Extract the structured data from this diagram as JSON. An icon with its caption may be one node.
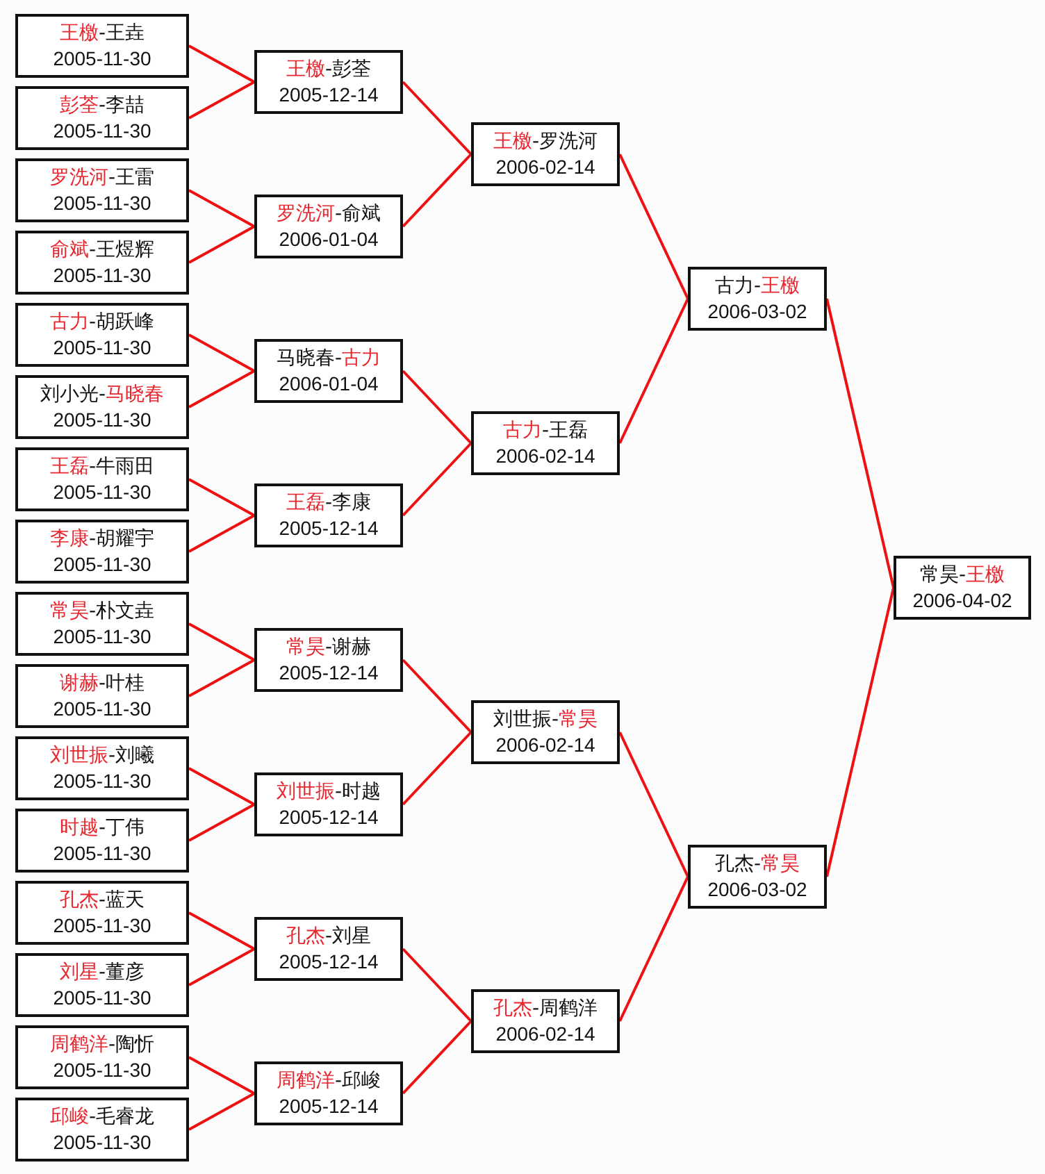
{
  "diagram": {
    "nodes": [
      {
        "text": [
          "**王檄**-王垚",
          "2005-11-30"
        ]
      },
      {
        "text": [
          "**彭荃**-李喆",
          "2005-11-30"
        ]
      },
      {
        "text": [
          "**罗洗河**-王雷",
          "2005-11-30"
        ]
      },
      {
        "text": [
          "**俞斌**-王煜辉",
          "2005-11-30"
        ]
      },
      {
        "text": [
          "**古力**-胡跃峰",
          "2005-11-30"
        ]
      },
      {
        "text": [
          "刘小光-**马晓春**",
          "2005-11-30"
        ]
      },
      {
        "text": [
          "**王磊**-牛雨田",
          "2005-11-30"
        ]
      },
      {
        "text": [
          "**李康**-胡耀宇",
          "2005-11-30"
        ]
      },
      {
        "text": [
          "**常昊**-朴文垚",
          "2005-11-30"
        ]
      },
      {
        "text": [
          "**谢赫**-叶桂",
          "2005-11-30"
        ]
      },
      {
        "text": [
          "**刘世振**-刘曦",
          "2005-11-30"
        ]
      },
      {
        "text": [
          "**时越**-丁伟",
          "2005-11-30"
        ]
      },
      {
        "text": [
          "**孔杰**-蓝天",
          "2005-11-30"
        ]
      },
      {
        "text": [
          "**刘星**-董彦",
          "2005-11-30"
        ]
      },
      {
        "text": [
          "**周鹤洋**-陶忻",
          "2005-11-30"
        ]
      },
      {
        "text": [
          "**邱峻**-毛睿龙",
          "2005-11-30"
        ]
      },
      {
        "text": [
          "**王檄**-彭荃",
          "2005-12-14"
        ]
      },
      {
        "text": [
          "**罗洗河**-俞斌",
          "2006-01-04"
        ]
      },
      {
        "text": [
          "马晓春-**古力**",
          "2006-01-04"
        ]
      },
      {
        "text": [
          "**王磊**-李康",
          "2005-12-14"
        ]
      },
      {
        "text": [
          "**常昊**-谢赫",
          "2005-12-14"
        ]
      },
      {
        "text": [
          "**刘世振**-时越",
          "2005-12-14"
        ]
      },
      {
        "text": [
          "**孔杰**-刘星",
          "2005-12-14"
        ]
      },
      {
        "text": [
          "**周鹤洋**-邱峻",
          "2005-12-14"
        ]
      },
      {
        "text": [
          "**王檄**-罗洗河",
          "2006-02-14"
        ]
      },
      {
        "text": [
          "**古力**-王磊",
          "2006-02-14"
        ]
      },
      {
        "text": [
          "刘世振-**常昊**",
          "2006-02-14"
        ]
      },
      {
        "text": [
          "**孔杰**-周鹤洋",
          "2006-02-14"
        ]
      },
      {
        "text": [
          "古力-**王檄**",
          "2006-03-02"
        ]
      },
      {
        "text": [
          "孔杰-**常昊**",
          "2006-03-02"
        ]
      },
      {
        "text": [
          "常昊-**王檄**",
          "2006-04-02"
        ]
      }
    ],
    "edges": [
      {
        "from": 0,
        "to": 16,
        "arrow": "none"
      },
      {
        "from": 1,
        "to": 16,
        "arrow": "none"
      },
      {
        "from": 2,
        "to": 17,
        "arrow": "none"
      },
      {
        "from": 3,
        "to": 17,
        "arrow": "none"
      },
      {
        "from": 4,
        "to": 18,
        "arrow": "none"
      },
      {
        "from": 5,
        "to": 18,
        "arrow": "none"
      },
      {
        "from": 6,
        "to": 19,
        "arrow": "none"
      },
      {
        "from": 7,
        "to": 19,
        "arrow": "none"
      },
      {
        "from": 8,
        "to": 20,
        "arrow": "none"
      },
      {
        "from": 9,
        "to": 20,
        "arrow": "none"
      },
      {
        "from": 10,
        "to": 21,
        "arrow": "none"
      },
      {
        "from": 11,
        "to": 21,
        "arrow": "none"
      },
      {
        "from": 12,
        "to": 22,
        "arrow": "none"
      },
      {
        "from": 13,
        "to": 22,
        "arrow": "none"
      },
      {
        "from": 14,
        "to": 23,
        "arrow": "none"
      },
      {
        "from": 15,
        "to": 23,
        "arrow": "none"
      },
      {
        "from": 16,
        "to": 24,
        "arrow": "none"
      },
      {
        "from": 17,
        "to": 24,
        "arrow": "none"
      },
      {
        "from": 18,
        "to": 25,
        "arrow": "none"
      },
      {
        "from": 19,
        "to": 25,
        "arrow": "none"
      },
      {
        "from": 20,
        "to": 26,
        "arrow": "none"
      },
      {
        "from": 21,
        "to": 26,
        "arrow": "none"
      },
      {
        "from": 22,
        "to": 27,
        "arrow": "none"
      },
      {
        "from": 23,
        "to": 27,
        "arrow": "none"
      },
      {
        "from": 24,
        "to": 28,
        "arrow": "none"
      },
      {
        "from": 25,
        "to": 28,
        "arrow": "none"
      },
      {
        "from": 26,
        "to": 29,
        "arrow": "none"
      },
      {
        "from": 27,
        "to": 29,
        "arrow": "none"
      },
      {
        "from": 28,
        "to": 30,
        "arrow": "none"
      },
      {
        "from": 29,
        "to": 30,
        "arrow": "none"
      }
    ]
  }
}
